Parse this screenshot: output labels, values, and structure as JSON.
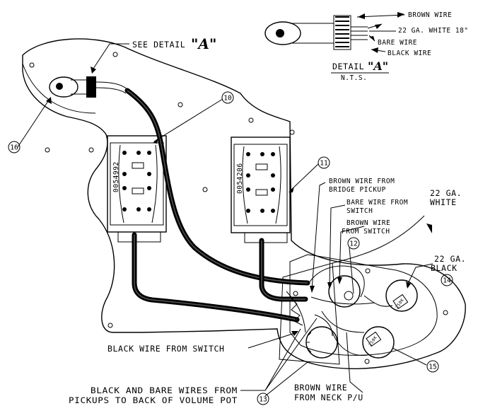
{
  "labels": {
    "see_detail_prefix": "SEE DETAIL",
    "see_detail_letter": "\"A\"",
    "brown_wire": "BROWN WIRE",
    "white_22ga_18": "22 GA. WHITE 18\"",
    "bare_wire": "BARE WIRE",
    "black_wire": "BLACK WIRE",
    "detail_a_prefix": "DETAIL",
    "detail_a_letter": "\"A\"",
    "nts": "N.T.S.",
    "brown_from_bridge_1": "BROWN WIRE FROM",
    "brown_from_bridge_2": "BRIDGE PICKUP",
    "bare_from_switch_1": "BARE WIRE FROM",
    "bare_from_switch_2": "SWITCH",
    "brown_from_switch_1": "BROWN WIRE",
    "brown_from_switch_2": "FROM SWITCH",
    "ga22_white_1": "22 GA.",
    "ga22_white_2": "WHITE",
    "ga22_black_1": "22 GA.",
    "ga22_black_2": "BLACK",
    "black_from_switch": "BLACK WIRE FROM SWITCH",
    "black_bare_1": "BLACK AND BARE WIRES FROM",
    "black_bare_2": "PICKUPS TO BACK OF VOLUME POT",
    "brown_neck_1": "BROWN WIRE",
    "brown_neck_2": "FROM NECK P/U"
  },
  "callouts": {
    "c10": "10",
    "c11": "11",
    "c12": "12",
    "c13": "13",
    "c14": "14",
    "c15": "15",
    "c16": "16"
  },
  "pickup_labels": {
    "neck": "0054992",
    "bridge": "0054206"
  },
  "pot_labels": {
    "pot1": "250K",
    "pot2": "250K"
  }
}
